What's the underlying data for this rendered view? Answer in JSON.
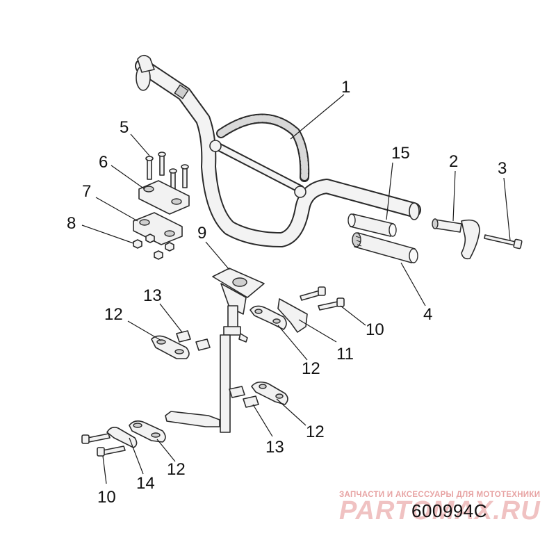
{
  "diagram": {
    "callouts": [
      {
        "id": "c1",
        "label": "1"
      },
      {
        "id": "c2",
        "label": "2"
      },
      {
        "id": "c3",
        "label": "3"
      },
      {
        "id": "c4",
        "label": "4"
      },
      {
        "id": "c5",
        "label": "5"
      },
      {
        "id": "c6",
        "label": "6"
      },
      {
        "id": "c7",
        "label": "7"
      },
      {
        "id": "c8",
        "label": "8"
      },
      {
        "id": "c9",
        "label": "9"
      },
      {
        "id": "c10a",
        "label": "10"
      },
      {
        "id": "c10b",
        "label": "10"
      },
      {
        "id": "c11",
        "label": "11"
      },
      {
        "id": "c12a",
        "label": "12"
      },
      {
        "id": "c12b",
        "label": "12"
      },
      {
        "id": "c12c",
        "label": "12"
      },
      {
        "id": "c12d",
        "label": "12"
      },
      {
        "id": "c13a",
        "label": "13"
      },
      {
        "id": "c13b",
        "label": "13"
      },
      {
        "id": "c14",
        "label": "14"
      },
      {
        "id": "c15",
        "label": "15"
      }
    ],
    "reference_code": "600994C"
  },
  "watermark": {
    "caption": "ЗАПЧАСТИ И АКСЕССУАРЫ ДЛЯ МОТОТЕХНИКИ",
    "logo_text": "PARTOMAX.RU"
  },
  "colors": {
    "line": "#2a2a2a",
    "part_fill": "#f2f2f2",
    "text": "#111111",
    "watermark": "#e7a3a3"
  }
}
